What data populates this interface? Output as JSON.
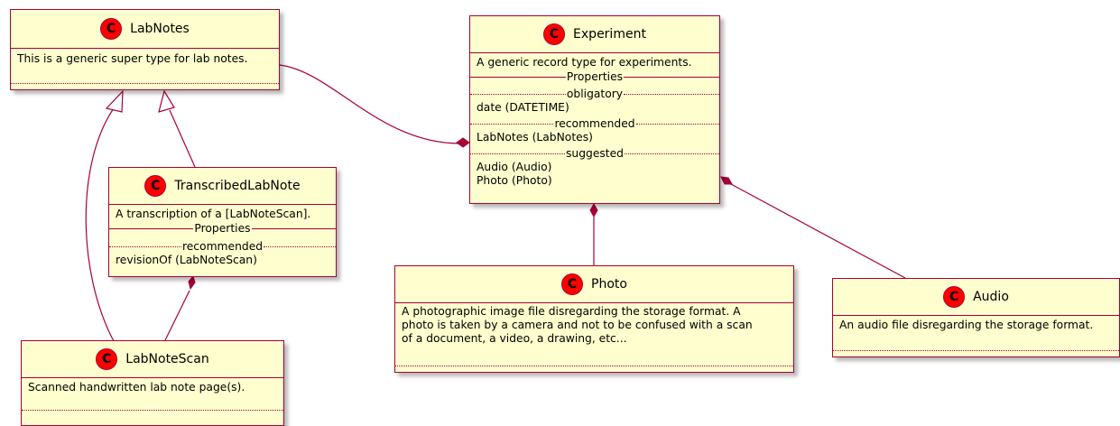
{
  "colors": {
    "border": "#a80036",
    "fill": "#fefece",
    "stereotype": "#ff0000"
  },
  "icons": {
    "class_marker": "C"
  },
  "classes": {
    "labnotes": {
      "name": "LabNotes",
      "description": "This is a generic super type for lab notes."
    },
    "experiment": {
      "name": "Experiment",
      "description": "A generic record type for experiments.",
      "properties_label": "Properties",
      "obligatory_label": "obligatory",
      "obligatory": [
        "date (DATETIME)"
      ],
      "recommended_label": "recommended",
      "recommended": [
        "LabNotes (LabNotes)"
      ],
      "suggested_label": "suggested",
      "suggested": [
        "Audio (Audio)",
        "Photo (Photo)"
      ]
    },
    "transcribed": {
      "name": "TranscribedLabNote",
      "description": "A transcription of a [LabNoteScan].",
      "properties_label": "Properties",
      "recommended_label": "recommended",
      "recommended": [
        "revisionOf (LabNoteScan)"
      ]
    },
    "photo": {
      "name": "Photo",
      "description": "A photographic image file disregarding the storage format. A\nphoto is taken by a camera and not to be confused with a scan\nof a document, a video, a drawing, etc..."
    },
    "audio": {
      "name": "Audio",
      "description": "An audio file disregarding the storage format."
    },
    "labnotescan": {
      "name": "LabNoteScan",
      "description": "Scanned handwritten lab note page(s)."
    }
  }
}
